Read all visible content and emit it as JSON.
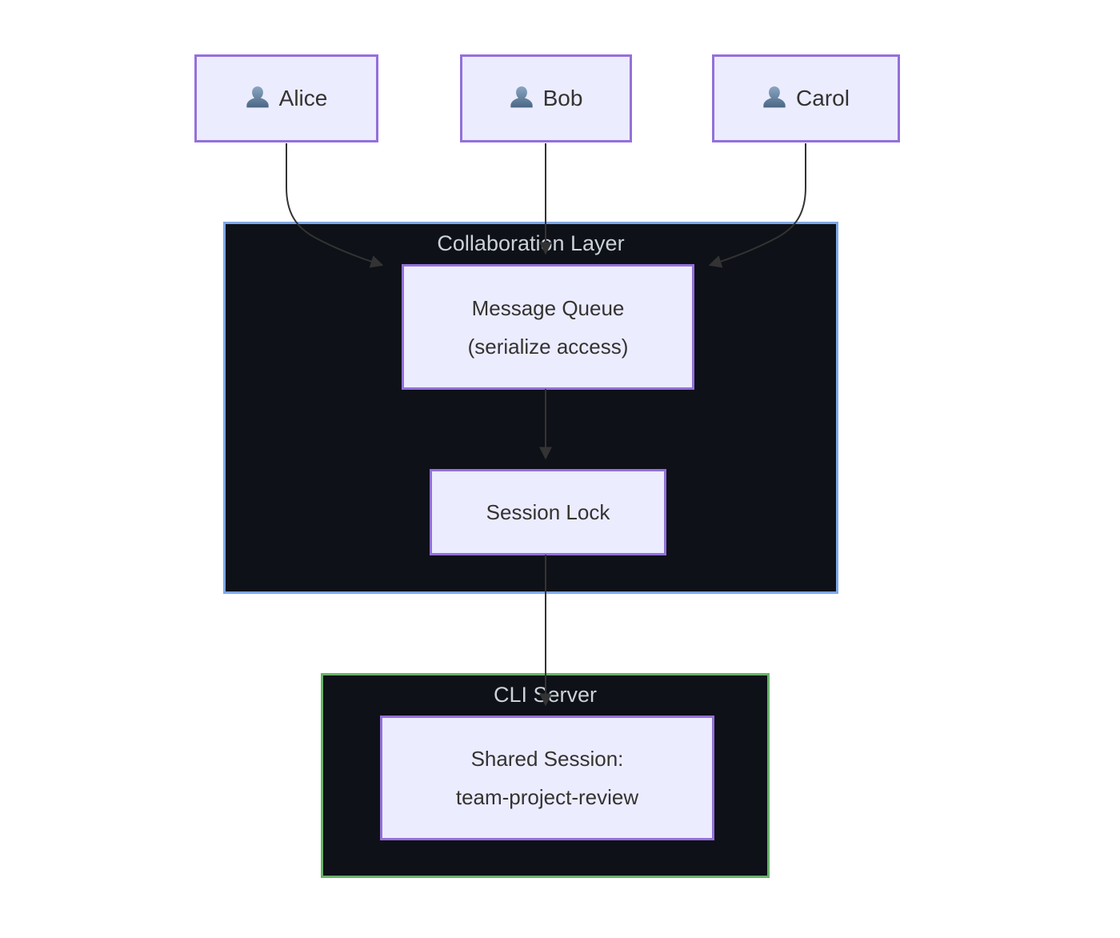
{
  "colors": {
    "background": "#ffffff",
    "node_fill": "#ececff",
    "node_border": "#9370db",
    "node_text": "#333333",
    "cluster_fill": "#0e1117",
    "cluster_collab_border": "#7da8e8",
    "cluster_cli_border": "#67b368",
    "cluster_title_text": "#ccd2d9",
    "edge": "#333333",
    "user_icon_gradient_top": "#8ba6c1",
    "user_icon_gradient_bottom": "#4a6785"
  },
  "actors": [
    {
      "label": "Alice",
      "icon": "user-icon"
    },
    {
      "label": "Bob",
      "icon": "user-icon"
    },
    {
      "label": "Carol",
      "icon": "user-icon"
    }
  ],
  "clusters": [
    {
      "title": "Collaboration Layer",
      "nodes": [
        {
          "lines": [
            "Message Queue",
            "(serialize access)"
          ]
        },
        {
          "lines": [
            "Session Lock"
          ]
        }
      ]
    },
    {
      "title": "CLI Server",
      "nodes": [
        {
          "lines": [
            "Shared Session:",
            "team-project-review"
          ]
        }
      ]
    }
  ],
  "edges": [
    {
      "from": "Alice",
      "to": "Message Queue"
    },
    {
      "from": "Bob",
      "to": "Message Queue"
    },
    {
      "from": "Carol",
      "to": "Message Queue"
    },
    {
      "from": "Message Queue",
      "to": "Session Lock"
    },
    {
      "from": "Session Lock",
      "to": "Shared Session"
    }
  ]
}
